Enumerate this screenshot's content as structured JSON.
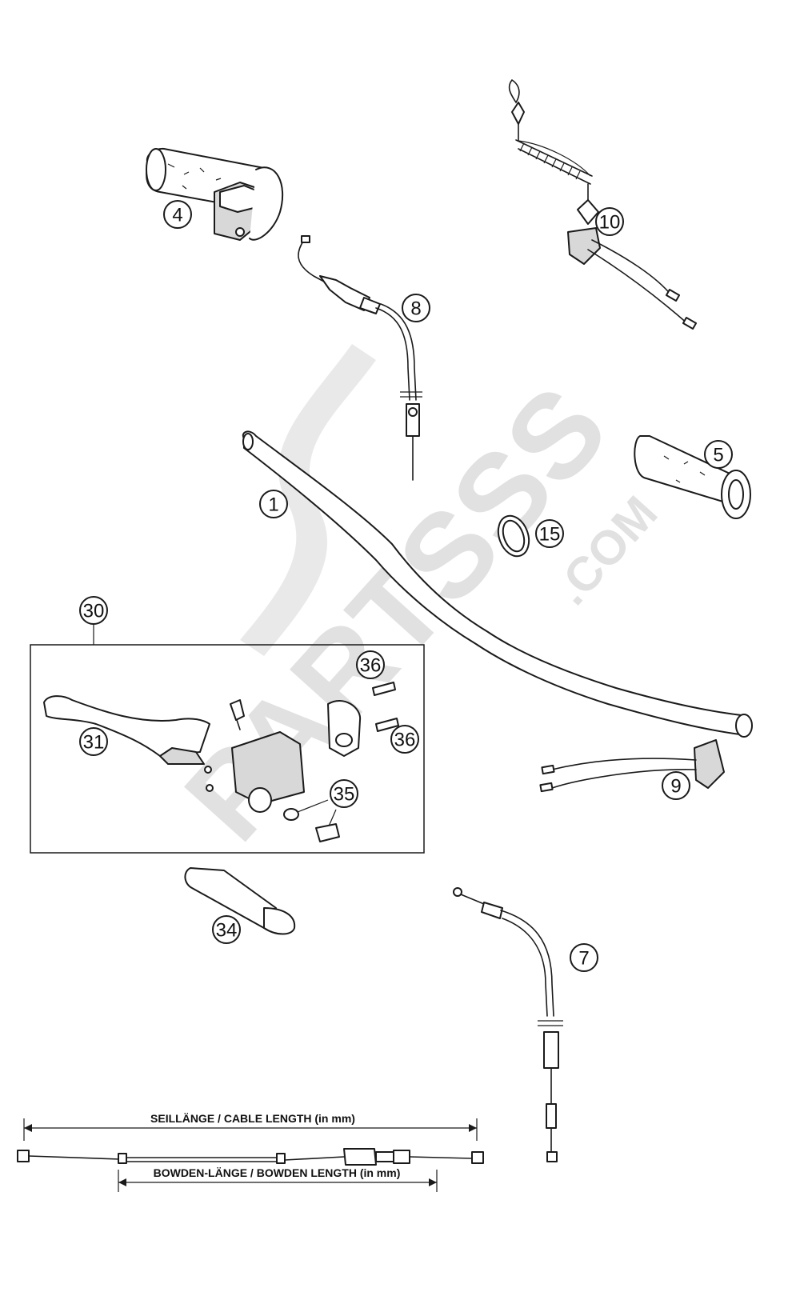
{
  "watermark": {
    "brand": "PARTSSS",
    "suffix": ".COM"
  },
  "callouts": [
    {
      "id": "1",
      "label": "1"
    },
    {
      "id": "4",
      "label": "4"
    },
    {
      "id": "5",
      "label": "5"
    },
    {
      "id": "7",
      "label": "7"
    },
    {
      "id": "8",
      "label": "8"
    },
    {
      "id": "9",
      "label": "9"
    },
    {
      "id": "10",
      "label": "10"
    },
    {
      "id": "15",
      "label": "15"
    },
    {
      "id": "30",
      "label": "30"
    },
    {
      "id": "31",
      "label": "31"
    },
    {
      "id": "34",
      "label": "34"
    },
    {
      "id": "35",
      "label": "35"
    },
    {
      "id": "36a",
      "label": "36"
    },
    {
      "id": "36b",
      "label": "36"
    }
  ],
  "dimensions": {
    "cable_length": "SEILLÄNGE / CABLE LENGTH   (in mm)",
    "bowden_length": "BOWDEN-LÄNGE / BOWDEN LENGTH   (in mm)"
  }
}
